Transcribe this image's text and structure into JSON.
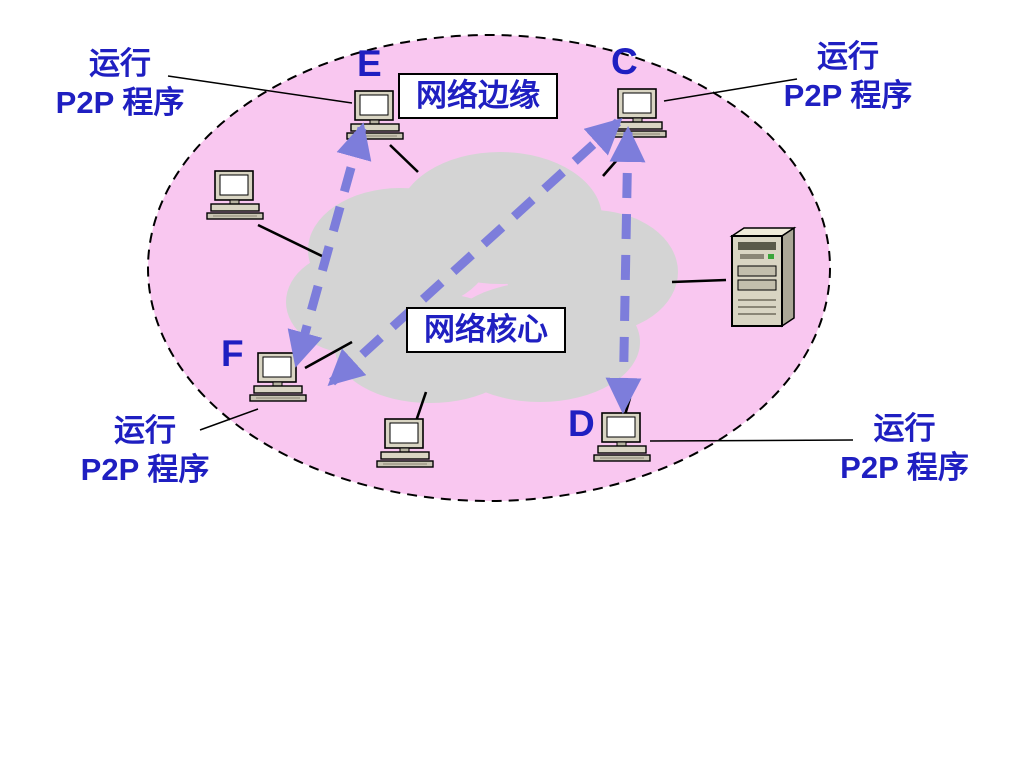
{
  "diagram": {
    "region_edge_label": "网络边缘",
    "region_core_label": "网络核心",
    "p2p_label": {
      "line1": "运行",
      "line2": "P2P 程序"
    },
    "nodes": {
      "e": "E",
      "c": "C",
      "f": "F",
      "d": "D"
    }
  },
  "colors": {
    "edge_fill": "#F9C7F0",
    "core_fill": "#D4D4D4",
    "arrow": "#7D7DDB",
    "label_text": "#1F1FC1"
  }
}
